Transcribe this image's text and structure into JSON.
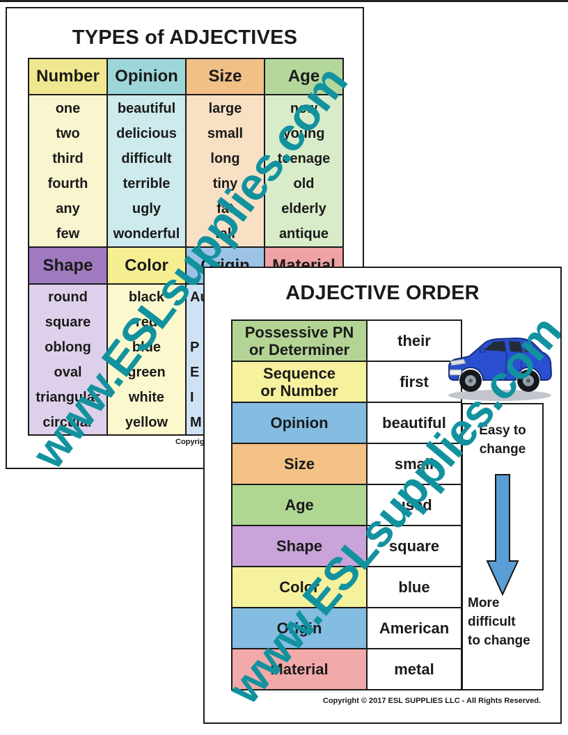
{
  "watermark": {
    "text": "www.ESLsupplies.com",
    "color": "#12929e"
  },
  "poster1": {
    "title": "TYPES of ADJECTIVES",
    "copyright_fragment": "Copyrigh",
    "sections": [
      {
        "columns": [
          {
            "header": "Number",
            "header_bg": "#f0e890",
            "body_bg": "#f9f5cf",
            "words": "one\ntwo\nthird\nfourth\nany\nfew"
          },
          {
            "header": "Opinion",
            "header_bg": "#9cd6d9",
            "body_bg": "#cdeaec",
            "words": "beautiful\ndelicious\ndifficult\nterrible\nugly\nwonderful"
          },
          {
            "header": "Size",
            "header_bg": "#f0c087",
            "body_bg": "#f8e0c5",
            "words": "large\nsmall\nlong\ntiny\nfat\ntall"
          },
          {
            "header": "Age",
            "header_bg": "#b4d89c",
            "body_bg": "#d8ecc9",
            "words": "new\nyoung\nteenage\nold\nelderly\nantique"
          }
        ]
      },
      {
        "columns": [
          {
            "header": "Shape",
            "header_bg": "#a07abf",
            "body_bg": "#ded0ea",
            "words": "round\nsquare\noblong\noval\ntriangular\ncircular"
          },
          {
            "header": "Color",
            "header_bg": "#f5ef92",
            "body_bg": "#fbf8cd",
            "words": "black\nred\nblue\ngreen\nwhite\nyellow"
          },
          {
            "header": "Origin",
            "header_bg": "#9cc3e6",
            "body_bg": "#cfe2f4",
            "words": "Au\n\nP\nE\nI\nM"
          },
          {
            "header": "Material",
            "header_bg": "#efa2a3",
            "body_bg": "#f5caca",
            "words": ""
          }
        ]
      }
    ]
  },
  "poster2": {
    "title": "ADJECTIVE ORDER",
    "rows": [
      {
        "label": "Possessive PN\nor Determiner",
        "example": "their",
        "bg": "#b3d495"
      },
      {
        "label": "Sequence\nor Number",
        "example": "first",
        "bg": "#f6f19c"
      },
      {
        "label": "Opinion",
        "example": "beautiful",
        "bg": "#85bce2"
      },
      {
        "label": "Size",
        "example": "small",
        "bg": "#f4c286"
      },
      {
        "label": "Age",
        "example": "used",
        "bg": "#afd792"
      },
      {
        "label": "Shape",
        "example": "square",
        "bg": "#c9a3da"
      },
      {
        "label": "Color",
        "example": "blue",
        "bg": "#f6f19c"
      },
      {
        "label": "Origin",
        "example": "American",
        "bg": "#85bce2"
      },
      {
        "label": "Material",
        "example": "metal",
        "bg": "#f2a9a9"
      }
    ],
    "side_panel": {
      "top_text": "Easy to\nchange",
      "bottom_text": "More\ndifficult\nto change",
      "arrow_color": "#5b9ed6"
    },
    "car_color": "#2a4fd0",
    "copyright": "Copyright © 2017 ESL SUPPLIES LLC - All Rights Reserved."
  }
}
